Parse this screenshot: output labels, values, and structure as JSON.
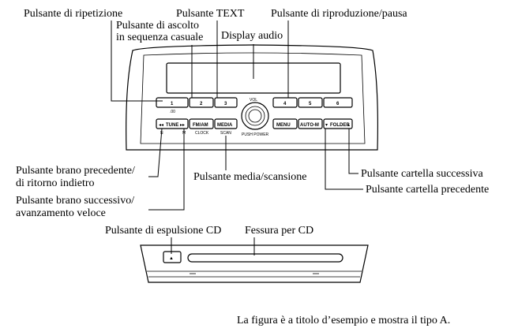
{
  "callouts": {
    "repeat": "Pulsante di ripetizione",
    "shuffle_line1": "Pulsante di ascolto",
    "shuffle_line2": "in sequenza casuale",
    "text": "Pulsante TEXT",
    "display": "Display audio",
    "play_pause": "Pulsante di riproduzione/pausa",
    "prev_track_line1": "Pulsante brano precedente/",
    "prev_track_line2": "di ritorno indietro",
    "next_track_line1": "Pulsante brano successivo/",
    "next_track_line2": "avanzamento veloce",
    "media_scan": "Pulsante media/scansione",
    "next_folder": "Pulsante cartella successiva",
    "prev_folder": "Pulsante cartella precedente",
    "cd_eject": "Pulsante di espulsione CD",
    "cd_slot": "Fessura per CD"
  },
  "unit": {
    "preset_buttons": [
      "1",
      "2",
      "3",
      "4",
      "5",
      "6"
    ],
    "preset_sub_1": ".00",
    "vol_label": "VOL",
    "push_power": "PUSH POWER",
    "tune_button": "TUNE",
    "fm_am_button": "FM/AM",
    "media_button": "MEDIA",
    "menu_button": "MENU",
    "auto_m_button": "AUTO-M",
    "folder_button": "FOLDER",
    "sub_n": "N",
    "sub_m": "M",
    "sub_clock": "CLOCK",
    "sub_scan": "SCAN",
    "eject_glyph": "▲"
  },
  "caption": "La figura è a titolo d’esempio e mostra il tipo A."
}
